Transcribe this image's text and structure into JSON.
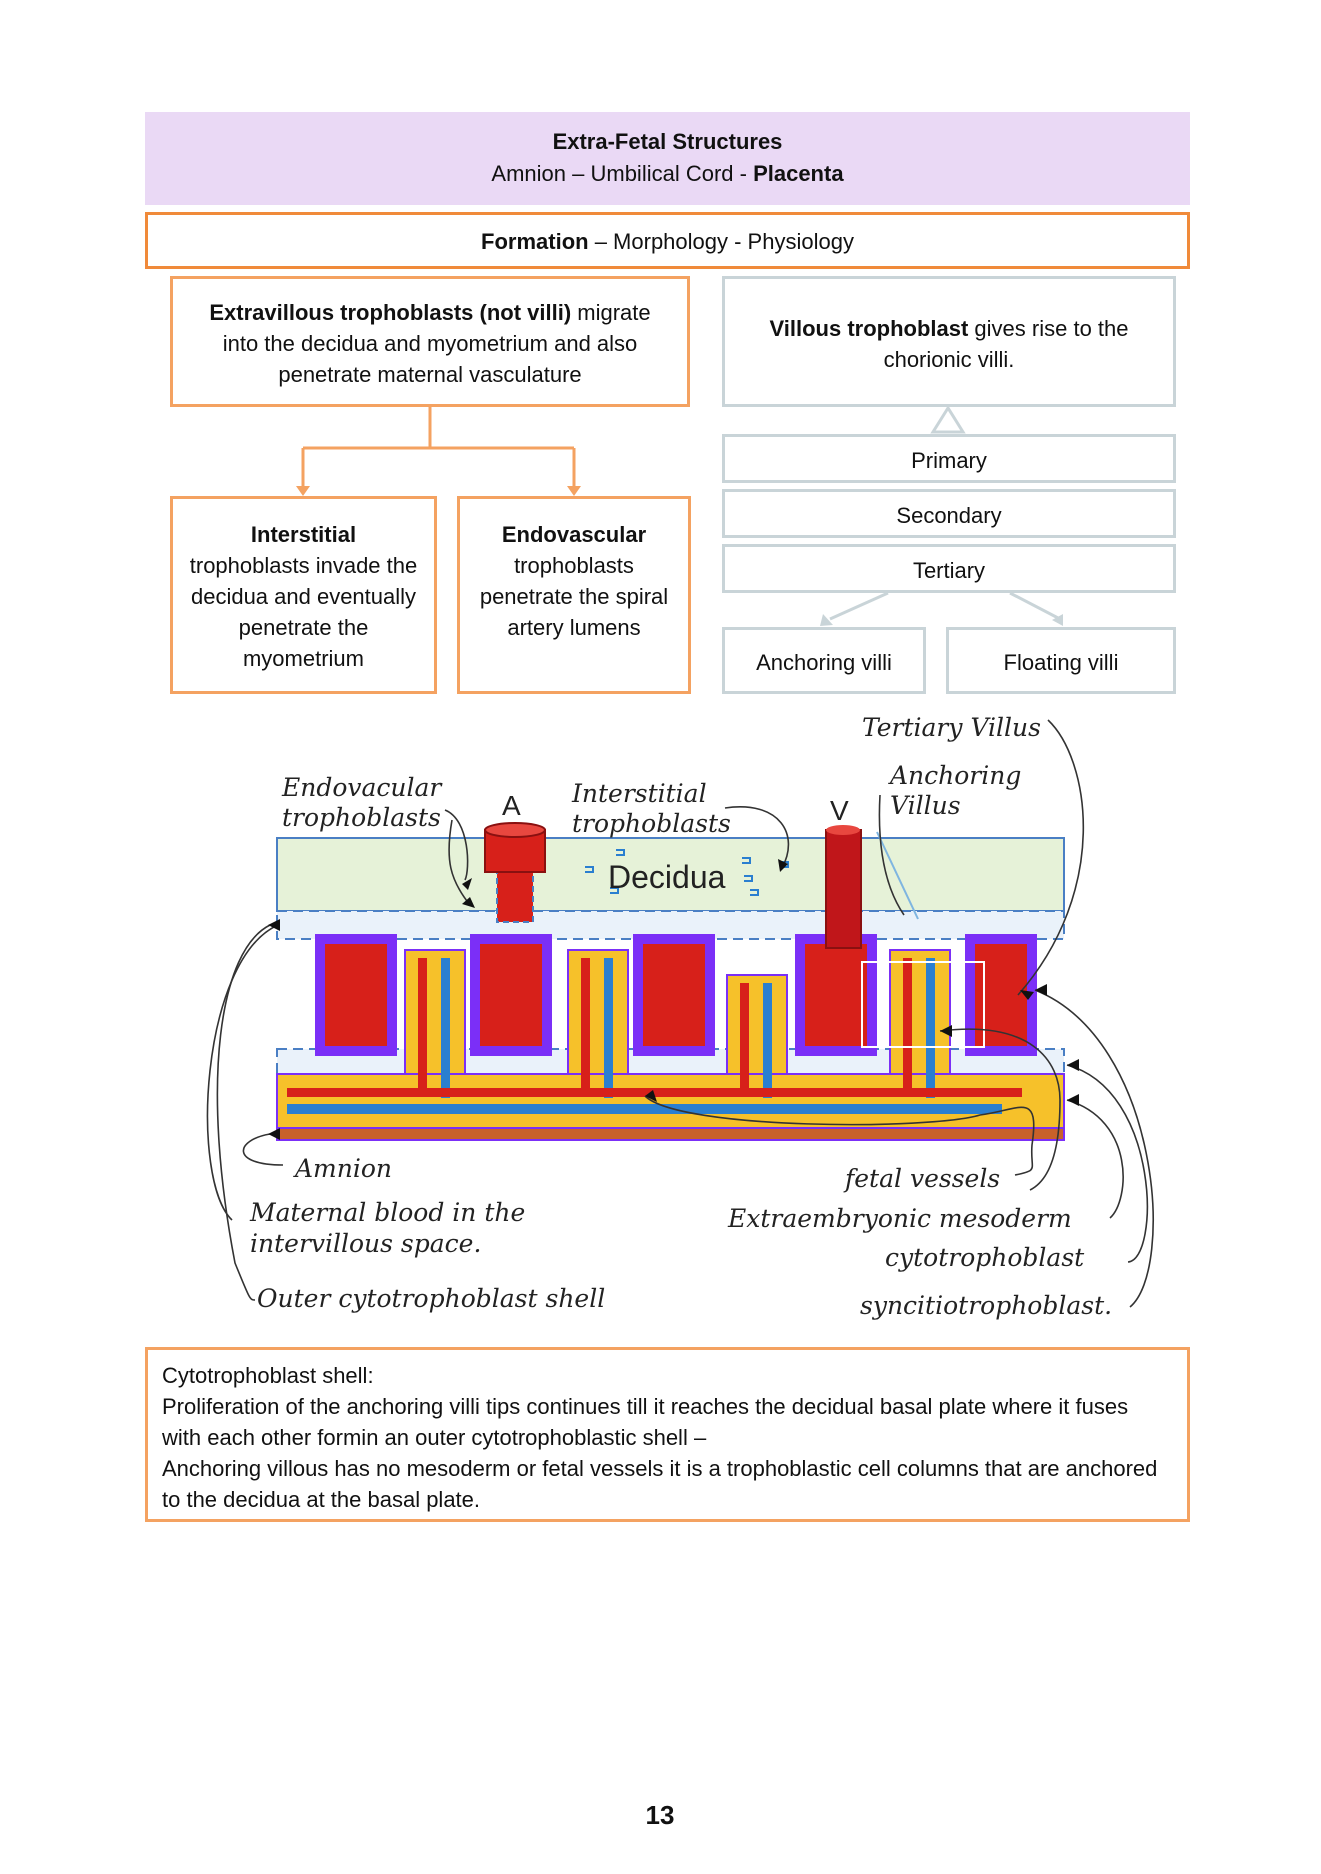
{
  "header": {
    "title": "Extra-Fetal Structures",
    "subtitle_part1": "Amnion – Umbilical Cord - ",
    "subtitle_bold": "Placenta"
  },
  "formation_bar": {
    "bold": "Formation",
    "rest": " – Morphology - Physiology"
  },
  "extravillous": {
    "bold": "Extravillous trophoblasts (not villi)",
    "rest": " migrate into the decidua and myometrium and also penetrate maternal vasculature"
  },
  "interstitial_box": {
    "bold": "Interstitial",
    "rest": "trophoblasts invade the decidua and eventually penetrate the myometrium"
  },
  "endovascular_box": {
    "bold": "Endovascular",
    "rest": "trophoblasts penetrate the spiral artery lumens"
  },
  "villous": {
    "bold": "Villous trophoblast",
    "rest": " gives rise to the chorionic villi."
  },
  "villi_stages": [
    "Primary",
    "Secondary",
    "Tertiary"
  ],
  "villi_types": [
    "Anchoring villi",
    "Floating villi"
  ],
  "diagram": {
    "decidua": "Decidua",
    "artery": "A",
    "vein": "V",
    "labels": {
      "tertiary_villus": "Tertiary Villus",
      "anchoring_villus_1": "Anchoring",
      "anchoring_villus_2": "Villus",
      "endovacular_1": "Endovacular",
      "endovacular_2": "trophoblasts",
      "interstitial_1": "Interstitial",
      "interstitial_2": "trophoblasts",
      "amnion": "Amnion",
      "maternal_blood_1": "Maternal blood in the",
      "maternal_blood_2": "intervillous space.",
      "outer_shell": "Outer cytotrophoblast shell",
      "fetal_vessels": "fetal vessels",
      "extraembryonic": "Extraembryonic mesoderm",
      "cytotrophoblast": "cytotrophoblast",
      "syncitiotrophoblast": "syncitiotrophoblast."
    },
    "colors": {
      "decidua": "#e6f2d8",
      "shell": "#eaf2fa",
      "syncytio": "#7b2ff7",
      "artery": "#d7201a",
      "vein": "#2a7fd0",
      "mesoderm": "#f6c12a",
      "amnion": "#c8612a"
    }
  },
  "note": {
    "title": "Cytotrophoblast shell:",
    "line1": "Proliferation of the anchoring villi tips continues till it reaches the decidual basal plate where it fuses with each other formin an outer cytotrophoblastic shell –",
    "line2": "Anchoring villous has no mesoderm or fetal vessels it is a trophoblastic cell columns that are anchored to the decidua at the basal plate."
  },
  "page_number": "13"
}
